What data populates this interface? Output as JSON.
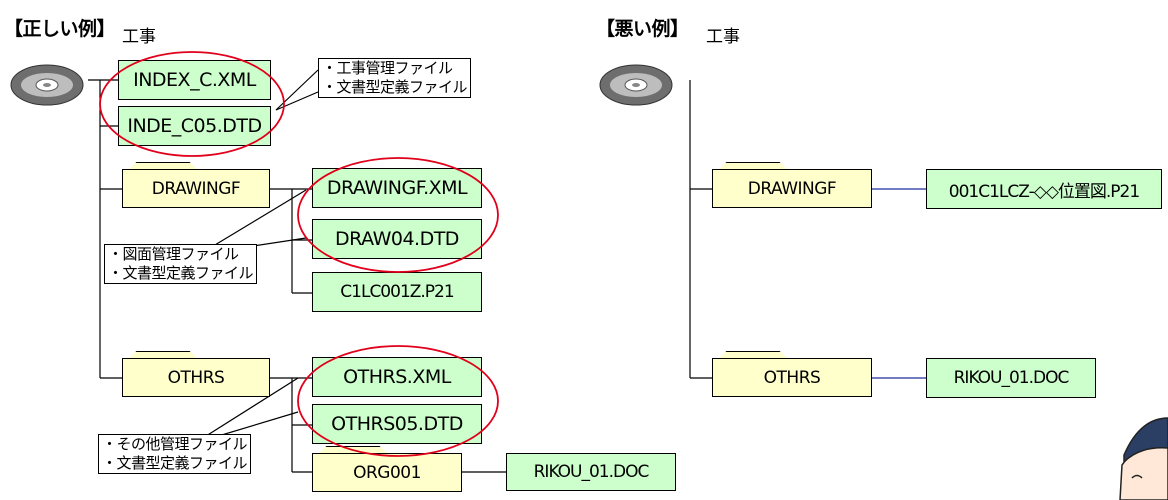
{
  "good": {
    "header": "【正しい例】",
    "root": "工事",
    "files": [
      "INDEX_C.XML",
      "INDE_C05.DTD"
    ],
    "root_note": [
      "・工事管理ファイル",
      "・文書型定義ファイル"
    ],
    "drawing_folder": "DRAWINGF",
    "drawing_files": [
      "DRAWINGF.XML",
      "DRAW04.DTD",
      "C1LC001Z.P21"
    ],
    "drawing_note": [
      "・図面管理ファイル",
      "・文書型定義ファイル"
    ],
    "others_folder": "OTHRS",
    "others_files": [
      "OTHRS.XML",
      "OTHRS05.DTD"
    ],
    "others_note": [
      "・その他管理ファイル",
      "・文書型定義ファイル"
    ],
    "org_folder": "ORG001",
    "org_file": "RIKOU_01.DOC"
  },
  "bad": {
    "header": "【悪い例】",
    "root": "工事",
    "drawing_folder": "DRAWINGF",
    "drawing_file": "001C1LCZ-◇◇位置図.P21",
    "others_folder": "OTHRS",
    "others_file": "RIKOU_01.DOC"
  },
  "colors": {
    "file_fill": "#ccffcc",
    "folder_fill": "#ffffcc",
    "highlight": "#e0001b",
    "bad_link": "#1f2f9f"
  },
  "icons": [
    "cd-disc-icon",
    "mascot-character"
  ]
}
